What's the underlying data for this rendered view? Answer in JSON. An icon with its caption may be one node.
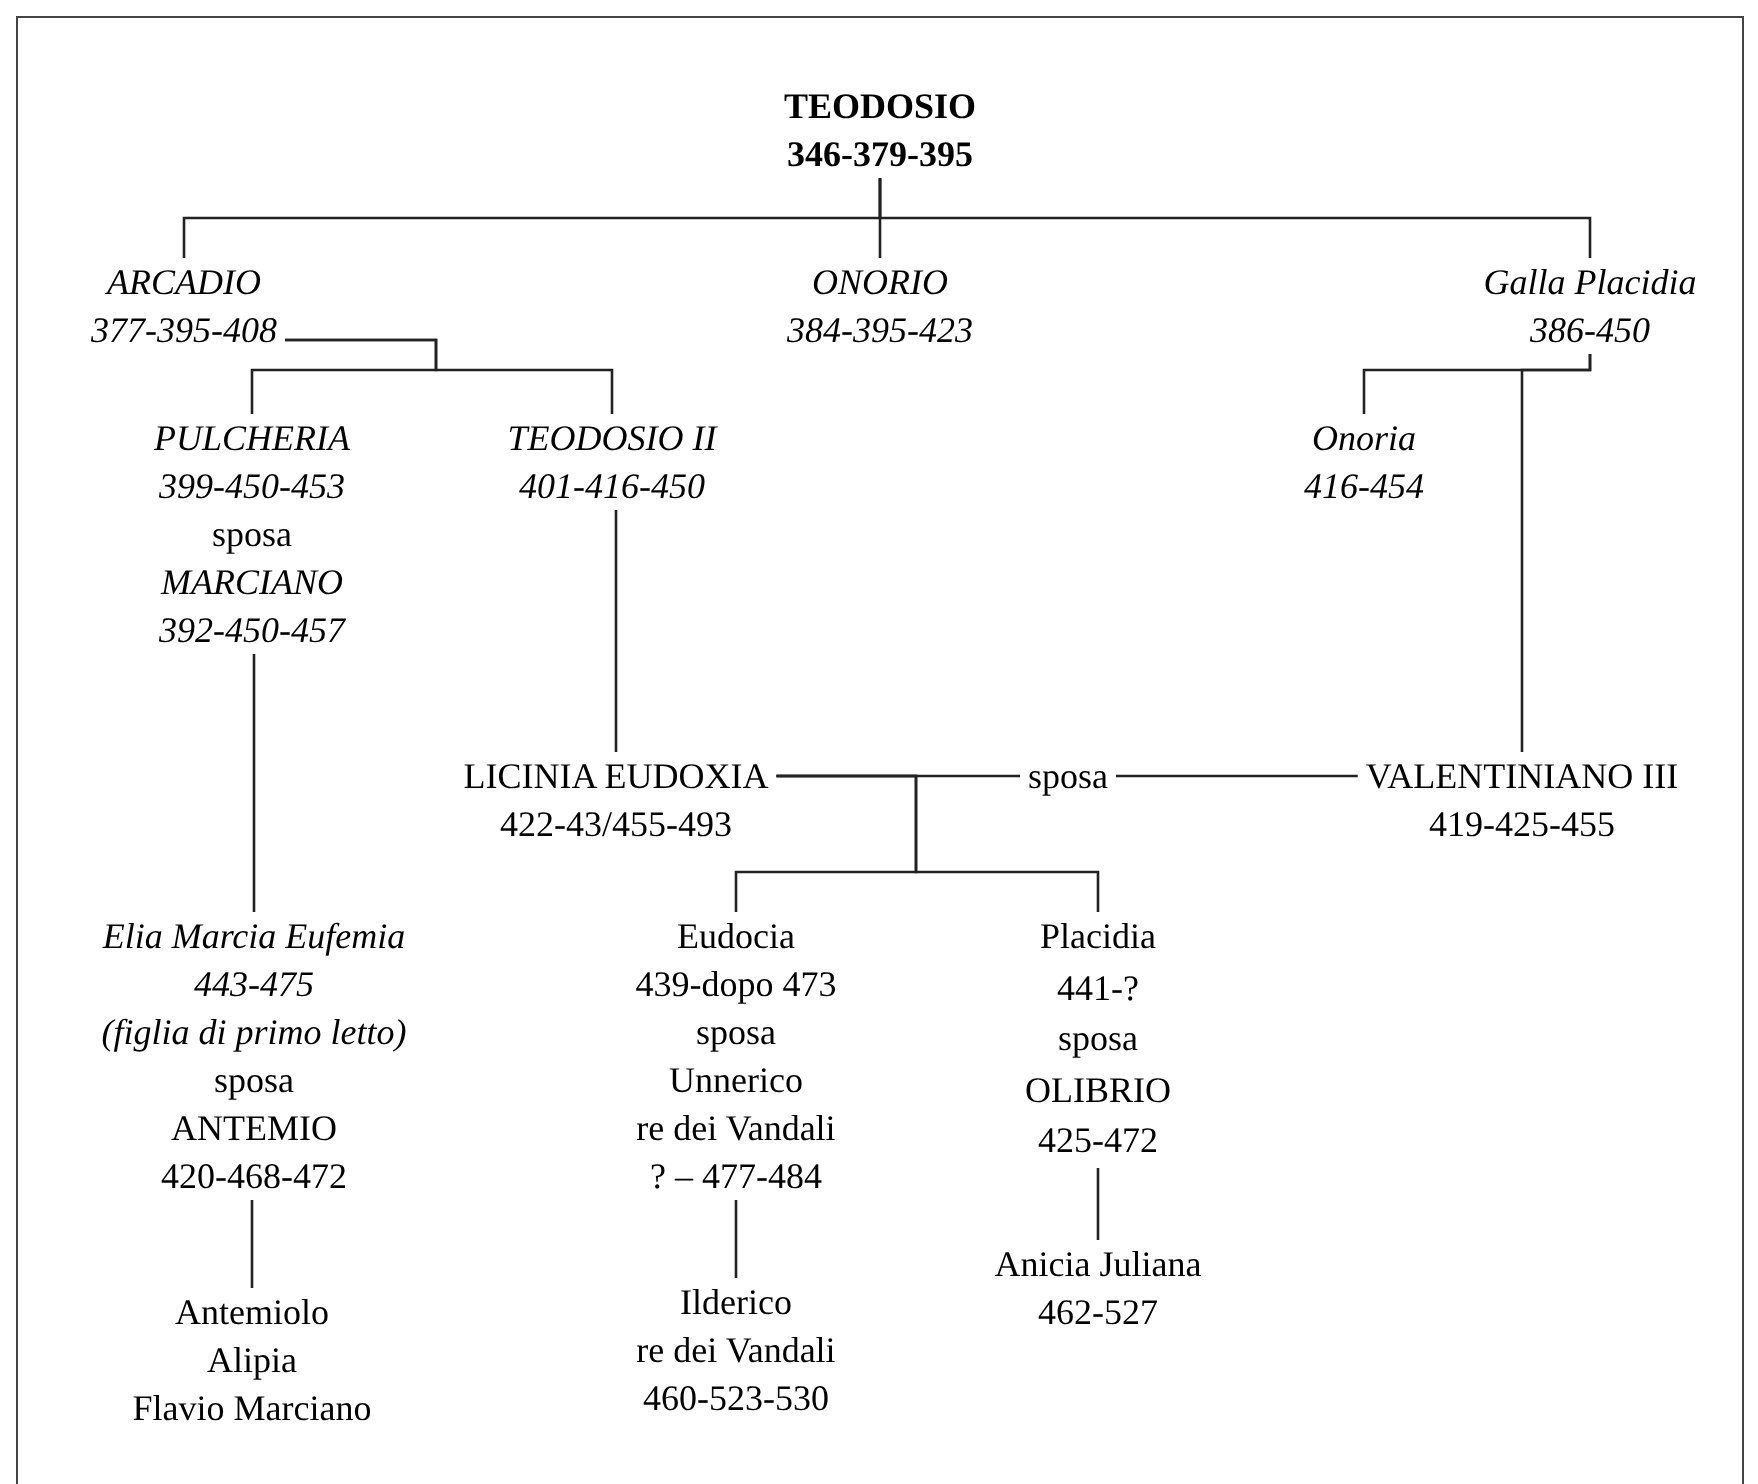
{
  "diagram": {
    "nodes": [
      {
        "text": [
          "TEODOSIO",
          "346-379-395"
        ]
      },
      {
        "text": [
          "ARCADIO",
          "377-395-408"
        ]
      },
      {
        "text": [
          "ONORIO",
          "384-395-423"
        ]
      },
      {
        "text": [
          "Galla Placidia",
          "386-450"
        ]
      },
      {
        "text": [
          "PULCHERIA",
          "399-450-453",
          "sposa",
          "MARCIANO",
          "392-450-457"
        ]
      },
      {
        "text": [
          "TEODOSIO II",
          "401-416-450"
        ]
      },
      {
        "text": [
          "Onoria",
          "416-454"
        ]
      },
      {
        "text": [
          "LICINIA EUDOXIA",
          "422-43/455-493"
        ]
      },
      {
        "text": [
          "sposa"
        ]
      },
      {
        "text": [
          "VALENTINIANO III",
          "419-425-455"
        ]
      },
      {
        "text": [
          "Elia Marcia Eufemia",
          "443-475",
          "(figlia di primo letto)",
          "sposa",
          "ANTEMIO",
          "420-468-472"
        ]
      },
      {
        "text": [
          "Eudocia",
          "439-dopo 473",
          "sposa",
          "Unnerico",
          "re dei Vandali",
          "? – 477-484"
        ]
      },
      {
        "text": [
          "Placidia",
          "441-?",
          "sposa",
          "OLIBRIO",
          "425-472"
        ]
      },
      {
        "text": [
          "Antemiolo",
          "Alipia",
          "Flavio Marciano"
        ]
      },
      {
        "text": [
          "Ilderico",
          "re dei Vandali",
          "460-523-530"
        ]
      },
      {
        "text": [
          "Anicia Juliana",
          "462-527"
        ]
      }
    ],
    "edges": [
      {
        "from": 0,
        "to": 1,
        "arrow": "none"
      },
      {
        "from": 0,
        "to": 2,
        "arrow": "none"
      },
      {
        "from": 0,
        "to": 3,
        "arrow": "none"
      },
      {
        "from": 1,
        "to": 4,
        "arrow": "none"
      },
      {
        "from": 1,
        "to": 5,
        "arrow": "none"
      },
      {
        "from": 3,
        "to": 6,
        "arrow": "none"
      },
      {
        "from": 3,
        "to": 9,
        "arrow": "none"
      },
      {
        "from": 4,
        "to": 10,
        "arrow": "none"
      },
      {
        "from": 5,
        "to": 7,
        "arrow": "none"
      },
      {
        "from": 7,
        "to": 8,
        "arrow": "none"
      },
      {
        "from": 8,
        "to": 9,
        "arrow": "none"
      },
      {
        "from": 7,
        "to": 11,
        "arrow": "none"
      },
      {
        "from": 7,
        "to": 12,
        "arrow": "none"
      },
      {
        "from": 10,
        "to": 13,
        "arrow": "none"
      },
      {
        "from": 11,
        "to": 14,
        "arrow": "none"
      },
      {
        "from": 12,
        "to": 15,
        "arrow": "none"
      }
    ]
  }
}
